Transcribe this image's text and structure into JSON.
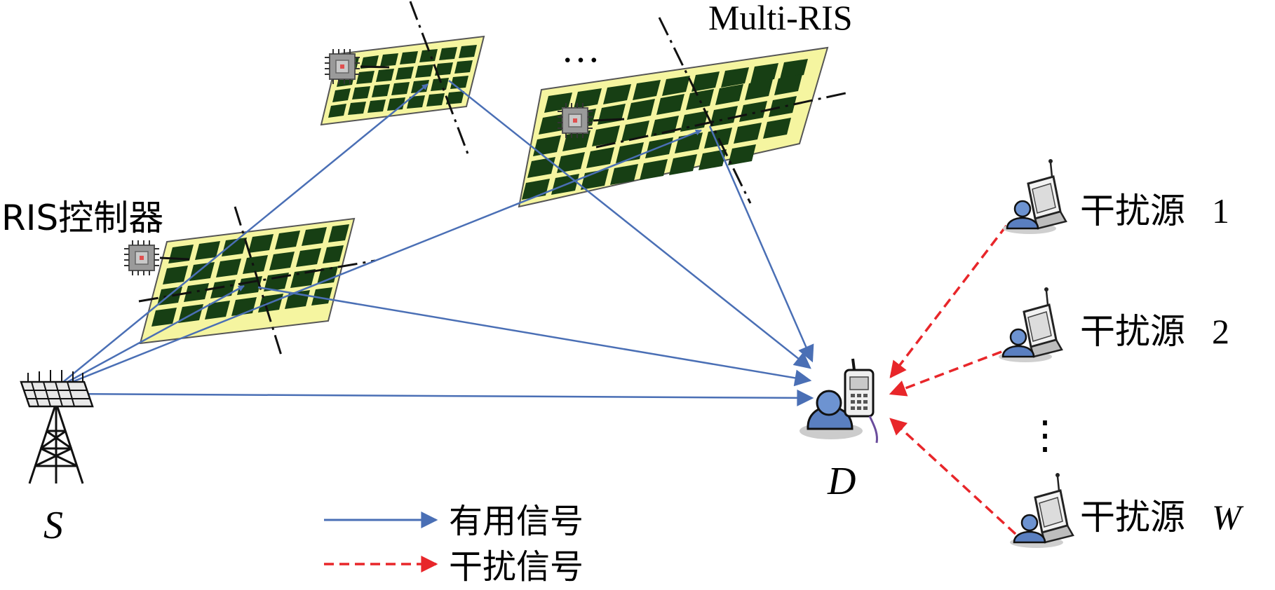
{
  "labels": {
    "multi_ris": "Multi-RIS",
    "ris_controller": "RIS控制器",
    "source": "S",
    "destination": "D",
    "ellipsis_h": "…",
    "ellipsis_v": "⋮"
  },
  "interferers": [
    {
      "name": "干扰源",
      "index": "1"
    },
    {
      "name": "干扰源",
      "index": "2"
    },
    {
      "name": "干扰源",
      "index": "W"
    }
  ],
  "legend": {
    "useful_signal": "有用信号",
    "interference_signal": "干扰信号"
  },
  "colors": {
    "useful": "#4a6fb5",
    "interference": "#e8262a",
    "panel_fill": "#f5f5a0",
    "cell_fill": "#173f14",
    "panel_stroke": "#555555"
  },
  "icons": {
    "base_station": "base-station-icon",
    "controller": "chip-icon",
    "user": "user-phone-icon",
    "interferer": "laptop-user-icon"
  }
}
